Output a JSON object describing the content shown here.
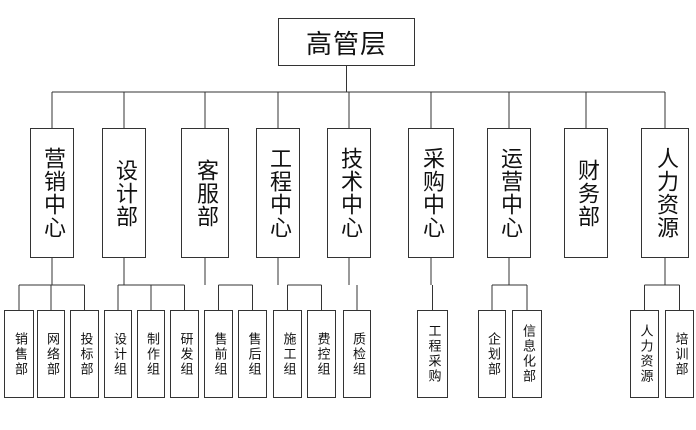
{
  "root": {
    "label": "高管层"
  },
  "departments": [
    {
      "label": "营销中心",
      "subs": [
        "销售部",
        "网络部",
        "投标部"
      ]
    },
    {
      "label": "设计部",
      "subs": [
        "设计组",
        "制作组",
        "研发组"
      ]
    },
    {
      "label": "客服部",
      "subs": [
        "售前组",
        "售后组"
      ]
    },
    {
      "label": "工程中心",
      "subs": [
        "施工组",
        "费控组"
      ]
    },
    {
      "label": "技术中心",
      "subs": [
        "质检组"
      ]
    },
    {
      "label": "采购中心",
      "subs": [
        "工程采购"
      ]
    },
    {
      "label": "运营中心",
      "subs": [
        "企划部",
        "信息化部"
      ]
    },
    {
      "label": "财务部",
      "subs": []
    },
    {
      "label": "人力资源",
      "subs": [
        "人力资源",
        "培训部"
      ]
    }
  ],
  "colors": {
    "line": "#333333",
    "border": "#333333",
    "text": "#111111",
    "background": "#ffffff"
  }
}
